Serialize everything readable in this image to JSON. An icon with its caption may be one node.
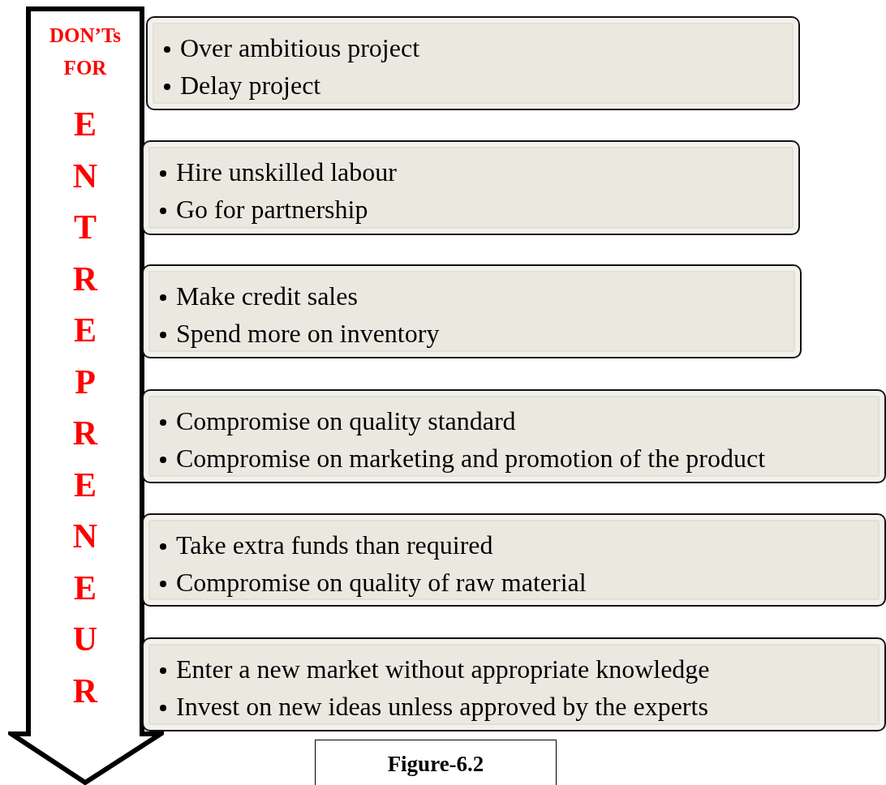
{
  "diagram": {
    "caption": "Figure-6.2",
    "nodes": [
      {
        "text": [
          "DON’Ts FOR",
          "E N T R E P R E N E U R"
        ]
      },
      {
        "text": [
          "Over ambitious project",
          "Delay project"
        ]
      },
      {
        "text": [
          "Hire unskilled labour",
          "Go for partnership"
        ]
      },
      {
        "text": [
          "Make credit sales",
          "Spend more on inventory"
        ]
      },
      {
        "text": [
          "Compromise on quality standard",
          "Compromise on marketing and promotion of the product"
        ]
      },
      {
        "text": [
          "Take extra funds than required",
          "Compromise on quality of raw material"
        ]
      },
      {
        "text": [
          "Enter a new market without appropriate knowledge",
          "Invest on new ideas unless approved by the experts"
        ]
      }
    ]
  }
}
